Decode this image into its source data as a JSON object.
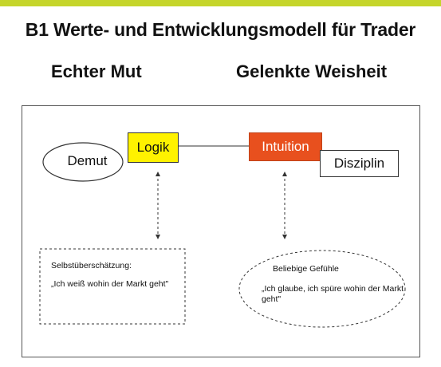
{
  "title": "B1 Werte- und Entwicklungsmodell für Trader",
  "columns": {
    "left_heading": "Echter Mut",
    "right_heading": "Gelenkte Weisheit"
  },
  "nodes": {
    "demut": "Demut",
    "logik": "Logik",
    "intuition": "Intuition",
    "disziplin": "Disziplin"
  },
  "notes": {
    "left": {
      "title": "Selbstüberschätzung:",
      "quote": "„Ich weiß wohin der Markt geht\""
    },
    "right": {
      "title": "Beliebige Gefühle",
      "quote": "„Ich glaube, ich spüre wohin der Markt geht\""
    }
  },
  "colors": {
    "accent_bar": "#c5d52b",
    "logik_fill": "#fff200",
    "intuition_fill": "#e8501e"
  }
}
